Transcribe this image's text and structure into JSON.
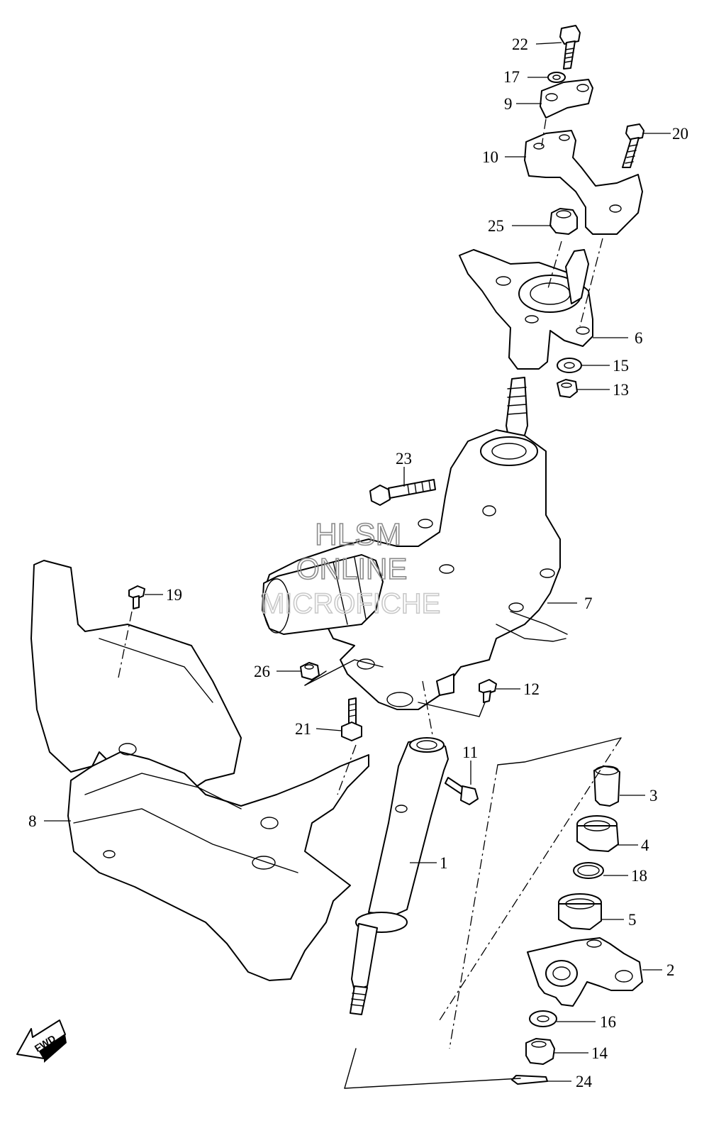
{
  "watermark": {
    "line1": "HLSM",
    "line2": "ONLINE",
    "line3": "MICROFICHE"
  },
  "fwd_label": "FWD",
  "callouts": [
    {
      "id": "22",
      "label": "22"
    },
    {
      "id": "17",
      "label": "17"
    },
    {
      "id": "9",
      "label": "9"
    },
    {
      "id": "20",
      "label": "20"
    },
    {
      "id": "10",
      "label": "10"
    },
    {
      "id": "25",
      "label": "25"
    },
    {
      "id": "6",
      "label": "6"
    },
    {
      "id": "15",
      "label": "15"
    },
    {
      "id": "13",
      "label": "13"
    },
    {
      "id": "23",
      "label": "23"
    },
    {
      "id": "7",
      "label": "7"
    },
    {
      "id": "19",
      "label": "19"
    },
    {
      "id": "26",
      "label": "26"
    },
    {
      "id": "12",
      "label": "12"
    },
    {
      "id": "21",
      "label": "21"
    },
    {
      "id": "11",
      "label": "11"
    },
    {
      "id": "3",
      "label": "3"
    },
    {
      "id": "8",
      "label": "8"
    },
    {
      "id": "4",
      "label": "4"
    },
    {
      "id": "1",
      "label": "1"
    },
    {
      "id": "18",
      "label": "18"
    },
    {
      "id": "5",
      "label": "5"
    },
    {
      "id": "2",
      "label": "2"
    },
    {
      "id": "16",
      "label": "16"
    },
    {
      "id": "14",
      "label": "14"
    },
    {
      "id": "24",
      "label": "24"
    }
  ]
}
